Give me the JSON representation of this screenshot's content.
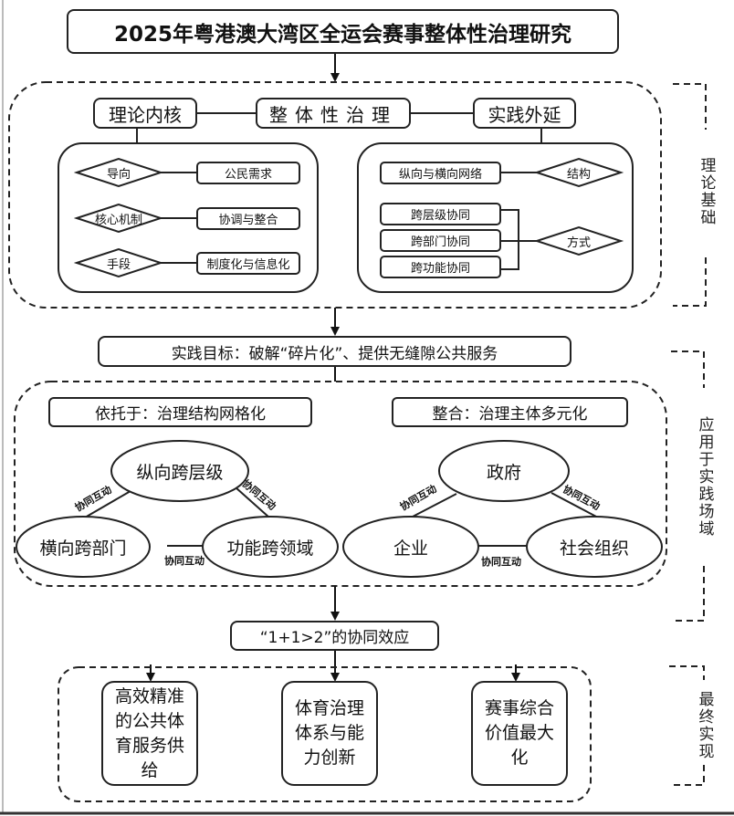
{
  "title": "2025年粤港澳大湾区全运会赛事整体性治理研究",
  "section1": {
    "side_label": "理论基础",
    "center": "整体性治理",
    "left_head": "理论内核",
    "right_head": "实践外延",
    "left_rows": [
      {
        "diamond": "导向",
        "box": "公民需求"
      },
      {
        "diamond": "核心机制",
        "box": "协调与整合"
      },
      {
        "diamond": "手段",
        "box": "制度化与信息化"
      }
    ],
    "right_structure": {
      "box": "纵向与横向网络",
      "diamond": "结构"
    },
    "right_methods": {
      "boxes": [
        "跨层级协同",
        "跨部门协同",
        "跨功能协同"
      ],
      "diamond": "方式"
    }
  },
  "goal": "实践目标：破解“碎片化”、提供无缝隙公共服务",
  "section2": {
    "side_label": "应用于实践场域",
    "left_head": "依托于：治理结构网格化",
    "right_head": "整合：治理主体多元化",
    "left_triangle": {
      "top": "纵向跨层级",
      "left": "横向跨部门",
      "right": "功能跨领域"
    },
    "right_triangle": {
      "top": "政府",
      "left": "企业",
      "right": "社会组织"
    },
    "edge_label": "协同互动"
  },
  "effect": "“1+1>2”的协同效应",
  "section3": {
    "side_label": "最终实现",
    "outcomes": [
      "高效精准的公共体育服务供给",
      "体育治理体系与能力创新",
      "赛事综合价值最大化"
    ]
  }
}
